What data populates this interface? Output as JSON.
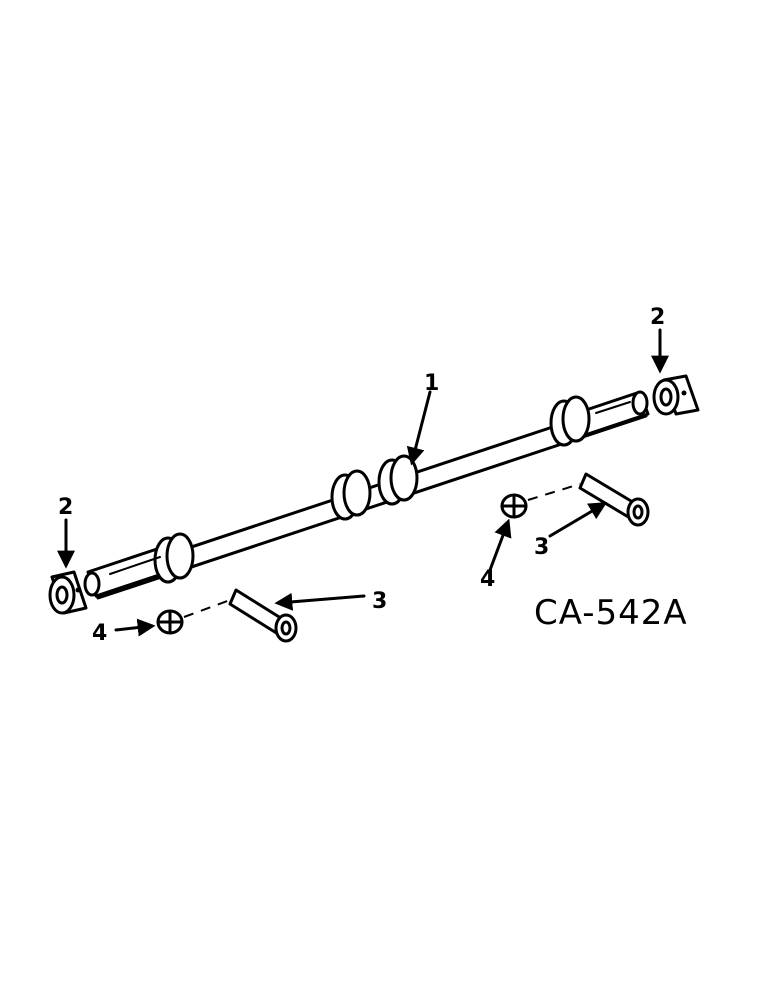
{
  "diagram": {
    "figure_id": "CA-542A",
    "callouts": [
      {
        "id": "callout-1",
        "text": "1"
      },
      {
        "id": "callout-2-left",
        "text": "2"
      },
      {
        "id": "callout-2-right",
        "text": "2"
      },
      {
        "id": "callout-3-left",
        "text": "3"
      },
      {
        "id": "callout-3-right",
        "text": "3"
      },
      {
        "id": "callout-4-left",
        "text": "4"
      },
      {
        "id": "callout-4-right",
        "text": "4"
      }
    ],
    "parts": [
      "shaft",
      "collar",
      "pin",
      "cotter-pin"
    ]
  }
}
